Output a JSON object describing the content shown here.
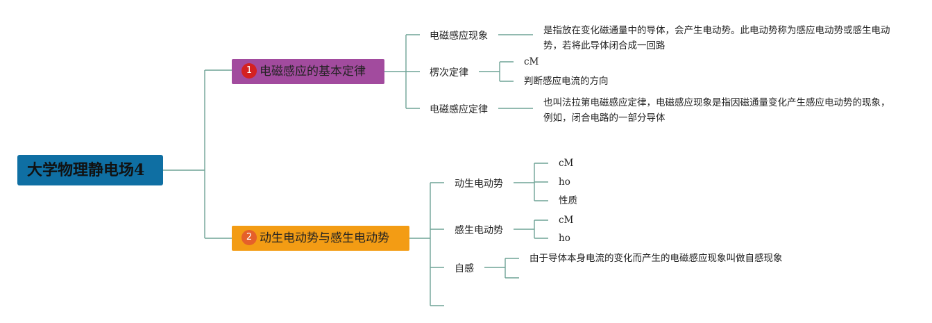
{
  "root": {
    "label": "大学物理静电场4"
  },
  "branches": [
    {
      "badge": "1",
      "label": "电磁感应的基本定律",
      "topics": [
        {
          "label": "电磁感应现象",
          "details": [
            "是指放在变化磁通量中的导体，会产生电动势。此电动势称为感应电动势或感生电动势，若将此导体闭合成一回路"
          ]
        },
        {
          "label": "楞次定律",
          "details": [
            "cM",
            "判断感应电流的方向"
          ]
        },
        {
          "label": "电磁感应定律",
          "details": [
            "也叫法拉第电磁感应定律，电磁感应现象是指因磁通量变化产生感应电动势的现象，例如，闭合电路的一部分导体"
          ]
        }
      ]
    },
    {
      "badge": "2",
      "label": "动生电动势与感生电动势",
      "topics": [
        {
          "label": "动生电动势",
          "details": [
            "cM",
            "ho",
            "性质"
          ]
        },
        {
          "label": "感生电动势",
          "details": [
            "cM",
            "ho"
          ]
        },
        {
          "label": "自感",
          "details": [
            "由于导体本身电流的变化而产生的电磁感应现象叫做自感现象",
            ""
          ]
        },
        {
          "label": "",
          "details": []
        }
      ]
    }
  ],
  "colors": {
    "root": "#0f6fa3",
    "branch1": "#a24b9e",
    "branch1_badge": "#d42121",
    "branch2": "#f39c14",
    "branch2_badge": "#e5602a",
    "connector": "#6fa396"
  }
}
